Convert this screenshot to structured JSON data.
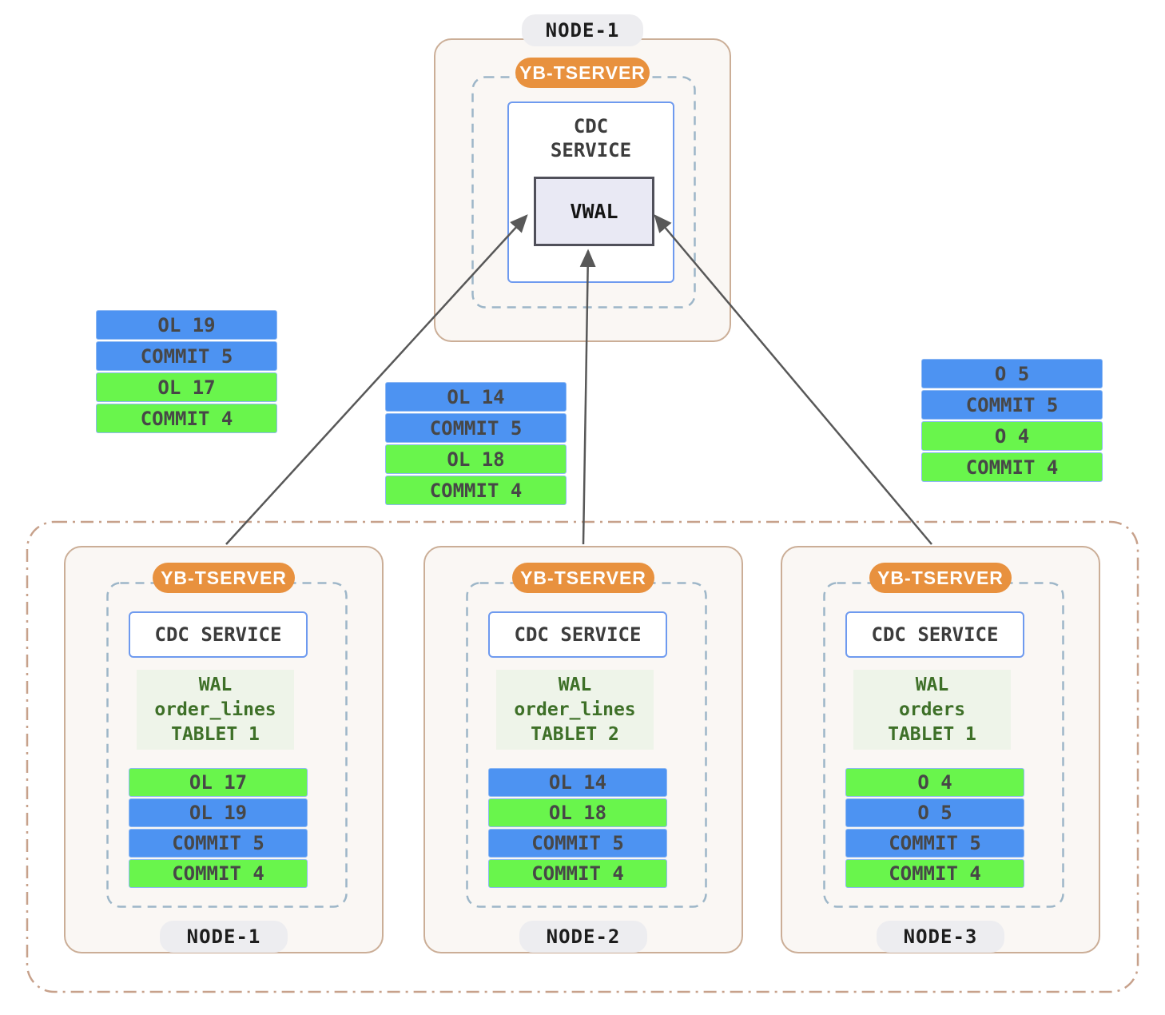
{
  "colors": {
    "blue": "#4d93f2",
    "green": "#69f54c",
    "orange": "#e8913e",
    "node_border": "#cbae97",
    "outer_dashdot_border": "#c7a18b",
    "inner_dashed_border": "#9db6c8",
    "cdc_border": "#6e9aef",
    "vwal_bg": "#e9e9f4",
    "wal_bg": "#eef4e9",
    "wal_text": "#3e7028",
    "arrow": "#585858",
    "pill_bg": "#ededf0"
  },
  "top_node": {
    "label": "NODE-1",
    "tserver": "YB-TSERVER",
    "cdc": "CDC SERVICE",
    "vwal": "VWAL"
  },
  "float_stacks": {
    "left": [
      {
        "label": "OL 19",
        "color": "blue"
      },
      {
        "label": "COMMIT 5",
        "color": "blue"
      },
      {
        "label": "OL 17",
        "color": "green"
      },
      {
        "label": "COMMIT 4",
        "color": "green"
      }
    ],
    "middle": [
      {
        "label": "OL 14",
        "color": "blue"
      },
      {
        "label": "COMMIT 5",
        "color": "blue"
      },
      {
        "label": "OL 18",
        "color": "green"
      },
      {
        "label": "COMMIT 4",
        "color": "green"
      }
    ],
    "right": [
      {
        "label": "O 5",
        "color": "blue"
      },
      {
        "label": "COMMIT 5",
        "color": "blue"
      },
      {
        "label": "O 4",
        "color": "green"
      },
      {
        "label": "COMMIT 4",
        "color": "green"
      }
    ]
  },
  "cluster": {
    "nodes": [
      {
        "label": "NODE-1",
        "tserver": "YB-TSERVER",
        "cdc": "CDC SERVICE",
        "wal_lines": [
          "WAL",
          "order_lines",
          "TABLET 1"
        ],
        "stack": [
          {
            "label": "OL 17",
            "color": "green"
          },
          {
            "label": "OL 19",
            "color": "blue"
          },
          {
            "label": "COMMIT 5",
            "color": "blue"
          },
          {
            "label": "COMMIT 4",
            "color": "green"
          }
        ]
      },
      {
        "label": "NODE-2",
        "tserver": "YB-TSERVER",
        "cdc": "CDC SERVICE",
        "wal_lines": [
          "WAL",
          "order_lines",
          "TABLET 2"
        ],
        "stack": [
          {
            "label": "OL 14",
            "color": "blue"
          },
          {
            "label": "OL 18",
            "color": "green"
          },
          {
            "label": "COMMIT 5",
            "color": "blue"
          },
          {
            "label": "COMMIT 4",
            "color": "green"
          }
        ]
      },
      {
        "label": "NODE-3",
        "tserver": "YB-TSERVER",
        "cdc": "CDC SERVICE",
        "wal_lines": [
          "WAL",
          "orders",
          "TABLET 1"
        ],
        "stack": [
          {
            "label": "O 4",
            "color": "green"
          },
          {
            "label": "O 5",
            "color": "blue"
          },
          {
            "label": "COMMIT 5",
            "color": "blue"
          },
          {
            "label": "COMMIT 4",
            "color": "green"
          }
        ]
      }
    ]
  }
}
